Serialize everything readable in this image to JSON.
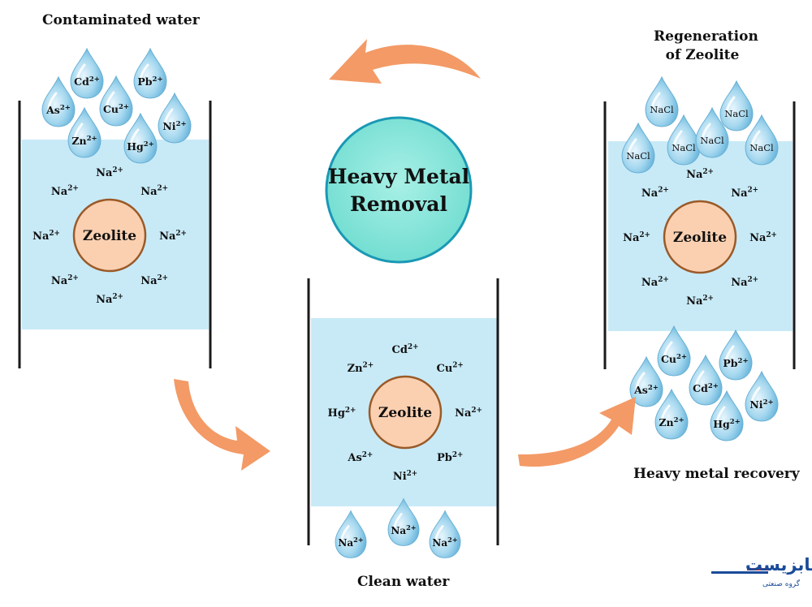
{
  "title": {
    "line1": "Heavy Metal",
    "line2": "Removal"
  },
  "colors": {
    "water": "#c8eaf7",
    "drop": "#8ccbe8",
    "zeolite_fill": "#fbd0b0",
    "zeolite_stroke": "#9a5a28",
    "arrow": "#f39a66",
    "circle_fill": "#7fe3d6",
    "circle_stroke": "#1a98b5",
    "wall": "#1a1a1a"
  },
  "left_panel": {
    "label": "Contaminated water",
    "drops": [
      "Cd",
      "Pb",
      "As",
      "Cu",
      "Ni",
      "Zn",
      "Hg"
    ],
    "charge": "2+",
    "zeolite": "Zeolite",
    "ions": [
      "Na",
      "Na",
      "Na",
      "Na",
      "Na",
      "Na",
      "Na",
      "Na"
    ]
  },
  "middle_panel": {
    "label": "Clean water",
    "zeolite": "Zeolite",
    "charge": "2+",
    "ions": [
      "Cd",
      "Cu",
      "Na",
      "Pb",
      "Ni",
      "As",
      "Hg",
      "Zn"
    ],
    "drops": [
      "Na",
      "Na",
      "Na"
    ]
  },
  "right_panel": {
    "label_top": "Regeneration of Zeolite",
    "label_top_line1": "Regeneration",
    "label_top_line2": "of Zeolite",
    "label_bottom": "Heavy metal recovery",
    "salt": "NaCl",
    "zeolite": "Zeolite",
    "charge": "2+",
    "ions": [
      "Na",
      "Na",
      "Na",
      "Na",
      "Na",
      "Na",
      "Na",
      "Na"
    ],
    "drops": [
      "Cu",
      "Pb",
      "As",
      "Cd",
      "Ni",
      "Zn",
      "Hg"
    ]
  },
  "logo": {
    "main": "نابزیست",
    "sub": "گروه صنعتی"
  }
}
